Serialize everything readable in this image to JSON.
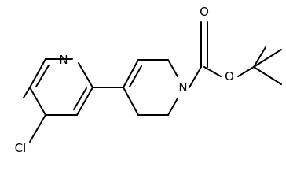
{
  "molecule": {
    "atoms": {
      "n_pyridine": "N",
      "chlorine": "Cl",
      "n_carbamate": "N",
      "o_carbonyl": "O",
      "o_ester": "O"
    }
  }
}
